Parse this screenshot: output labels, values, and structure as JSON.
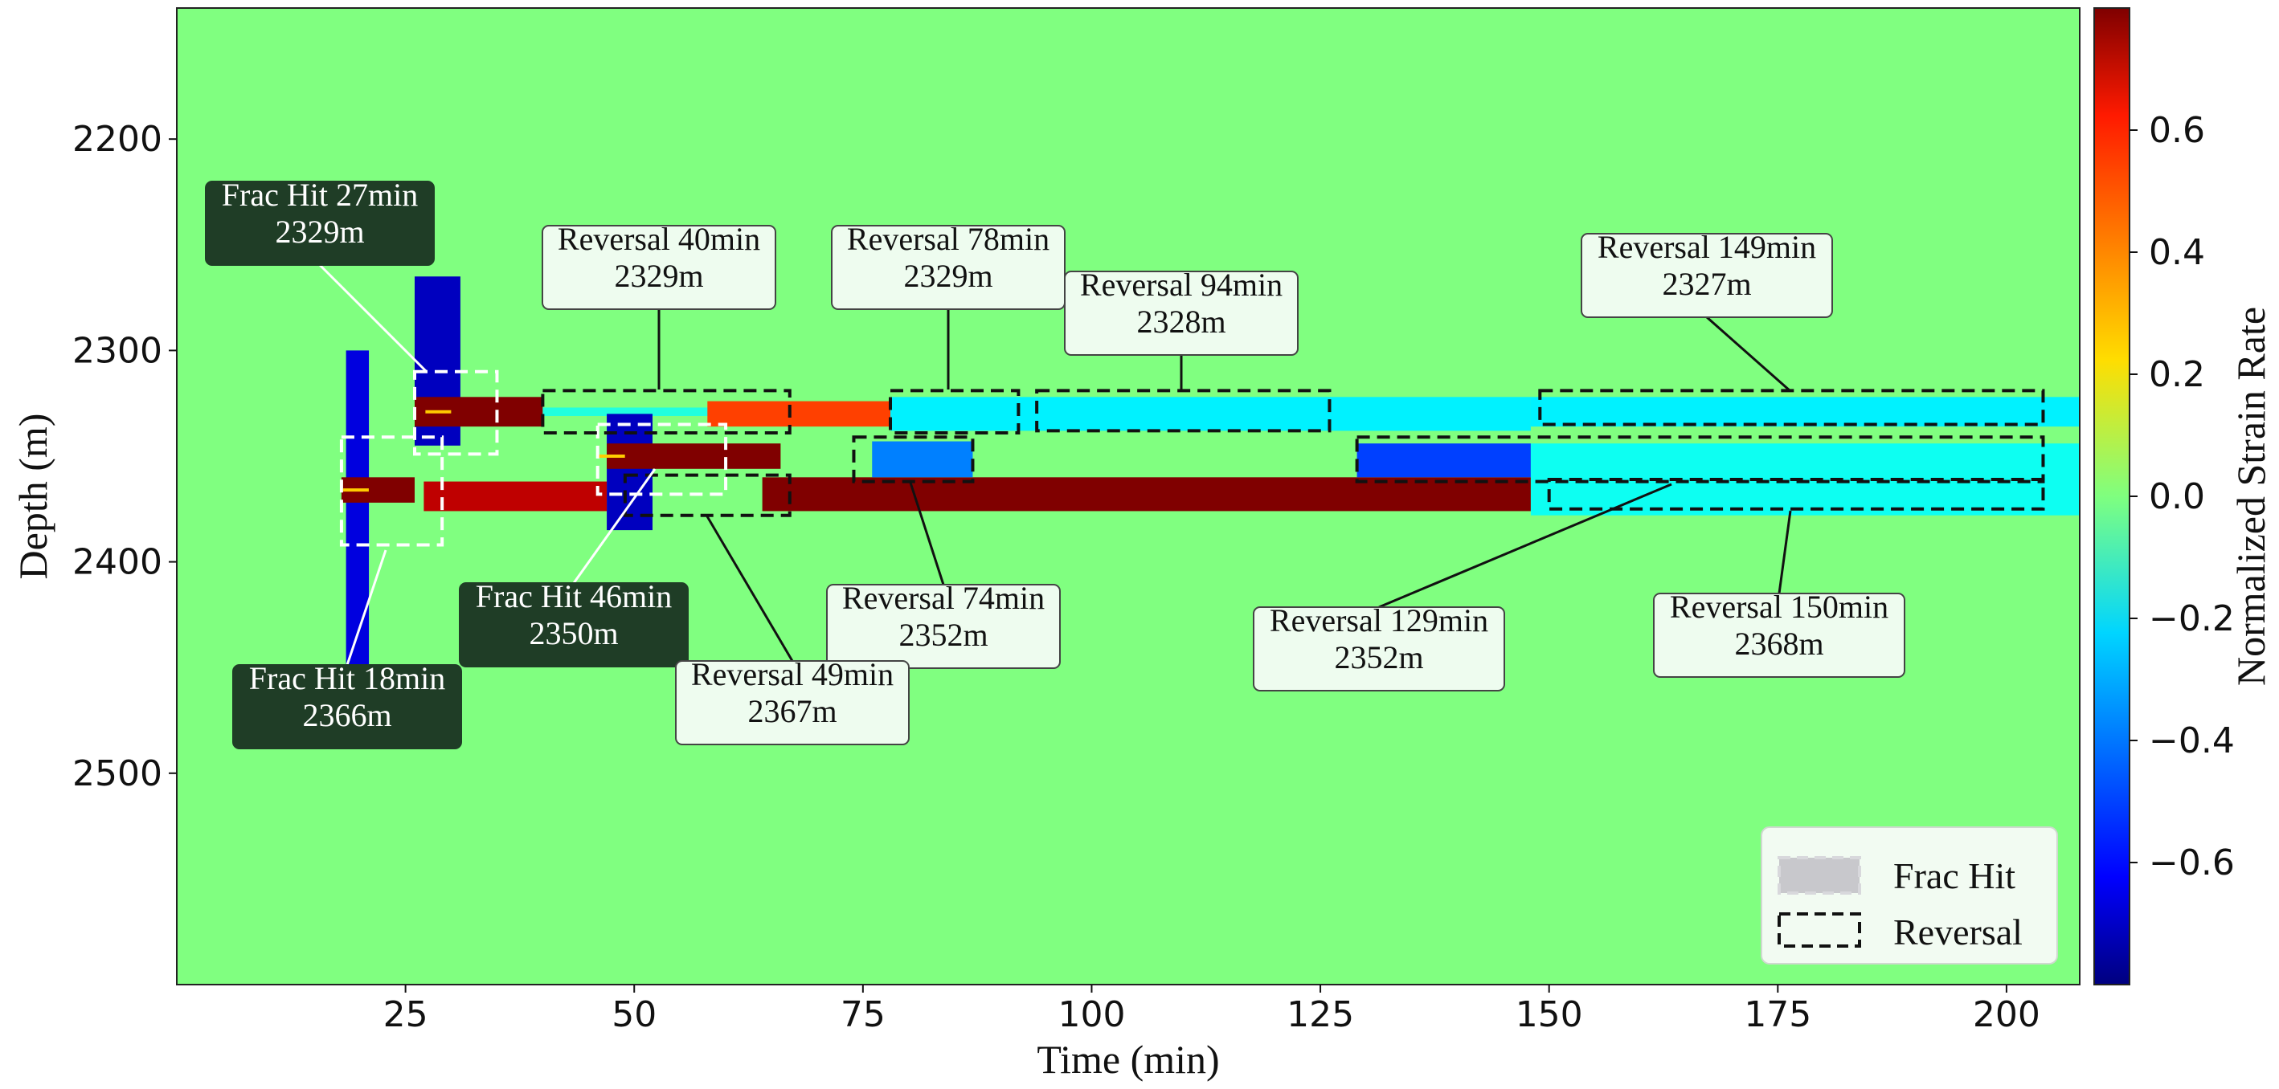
{
  "chart_data": {
    "type": "heatmap",
    "xlabel": "Time (min)",
    "ylabel": "Depth (m)",
    "colorbar_label": "Normalized Strain Rate",
    "xlim": [
      0,
      208
    ],
    "ylim": [
      2600,
      2138
    ],
    "xticks": [
      25,
      50,
      75,
      100,
      125,
      150,
      175,
      200
    ],
    "yticks": [
      2200,
      2300,
      2400,
      2500
    ],
    "colorbar_range": [
      -0.8,
      0.8
    ],
    "colorbar_ticks": [
      -0.6,
      -0.4,
      -0.2,
      0.0,
      0.2,
      0.4,
      0.6
    ],
    "colormap": "jet",
    "background_value": 0.0,
    "strain_features": [
      {
        "t": [
          18.5,
          21
        ],
        "depth": [
          2300,
          2470
        ],
        "value": -0.65
      },
      {
        "t": [
          18,
          26
        ],
        "depth": [
          2360,
          2372
        ],
        "value": 0.8
      },
      {
        "t": [
          26,
          31
        ],
        "depth": [
          2265,
          2345
        ],
        "value": -0.7
      },
      {
        "t": [
          26,
          40
        ],
        "depth": [
          2322,
          2336
        ],
        "value": 0.8
      },
      {
        "t": [
          40,
          67
        ],
        "depth": [
          2327,
          2331
        ],
        "value": -0.15
      },
      {
        "t": [
          47,
          52
        ],
        "depth": [
          2330,
          2385
        ],
        "value": -0.7
      },
      {
        "t": [
          47,
          66
        ],
        "depth": [
          2344,
          2356
        ],
        "value": 0.8
      },
      {
        "t": [
          27,
          47
        ],
        "depth": [
          2362,
          2376
        ],
        "value": 0.7
      },
      {
        "t": [
          58,
          80
        ],
        "depth": [
          2324,
          2336
        ],
        "value": 0.5
      },
      {
        "t": [
          64,
          148
        ],
        "depth": [
          2360,
          2376
        ],
        "value": 0.8
      },
      {
        "t": [
          76,
          87
        ],
        "depth": [
          2343,
          2360
        ],
        "value": -0.4
      },
      {
        "t": [
          78,
          148
        ],
        "depth": [
          2322,
          2338
        ],
        "value": -0.22
      },
      {
        "t": [
          129,
          148
        ],
        "depth": [
          2344,
          2360
        ],
        "value": -0.5
      },
      {
        "t": [
          148,
          208
        ],
        "depth": [
          2322,
          2336
        ],
        "value": -0.22
      },
      {
        "t": [
          148,
          208
        ],
        "depth": [
          2344,
          2378
        ],
        "value": -0.18
      }
    ],
    "frac_hits": [
      {
        "label": "Frac Hit 27min\n2329m",
        "t": 27,
        "depth": 2329,
        "box": {
          "t": [
            26,
            35
          ],
          "depth": [
            2310,
            2349
          ]
        }
      },
      {
        "label": "Frac Hit 46min\n2350m",
        "t": 46,
        "depth": 2350,
        "box": {
          "t": [
            46,
            60
          ],
          "depth": [
            2335,
            2368
          ]
        }
      },
      {
        "label": "Frac Hit 18min\n2366m",
        "t": 18,
        "depth": 2366,
        "box": {
          "t": [
            18,
            29
          ],
          "depth": [
            2341,
            2392
          ]
        }
      }
    ],
    "reversals": [
      {
        "label": "Reversal 40min\n2329m",
        "t": 40,
        "depth": 2329,
        "box": {
          "t": [
            40,
            67
          ],
          "depth": [
            2319,
            2339
          ]
        }
      },
      {
        "label": "Reversal 78min\n2329m",
        "t": 78,
        "depth": 2329,
        "box": {
          "t": [
            78,
            92
          ],
          "depth": [
            2319,
            2339
          ]
        }
      },
      {
        "label": "Reversal 94min\n2328m",
        "t": 94,
        "depth": 2328,
        "box": {
          "t": [
            94,
            126
          ],
          "depth": [
            2319,
            2338
          ]
        }
      },
      {
        "label": "Reversal 149min\n2327m",
        "t": 149,
        "depth": 2327,
        "box": {
          "t": [
            149,
            204
          ],
          "depth": [
            2319,
            2335
          ]
        }
      },
      {
        "label": "Reversal 74min\n2352m",
        "t": 74,
        "depth": 2352,
        "box": {
          "t": [
            74,
            87
          ],
          "depth": [
            2341,
            2362
          ]
        }
      },
      {
        "label": "Reversal 49min\n2367m",
        "t": 49,
        "depth": 2367,
        "box": {
          "t": [
            49,
            67
          ],
          "depth": [
            2359,
            2378
          ]
        }
      },
      {
        "label": "Reversal 129min\n2352m",
        "t": 129,
        "depth": 2352,
        "box": {
          "t": [
            129,
            204
          ],
          "depth": [
            2341,
            2362
          ]
        }
      },
      {
        "label": "Reversal 150min\n2368m",
        "t": 150,
        "depth": 2368,
        "box": {
          "t": [
            150,
            204
          ],
          "depth": [
            2361,
            2375
          ]
        }
      }
    ],
    "legend": {
      "placement": "bottom-right",
      "entries": [
        "Frac Hit",
        "Reversal"
      ]
    }
  }
}
